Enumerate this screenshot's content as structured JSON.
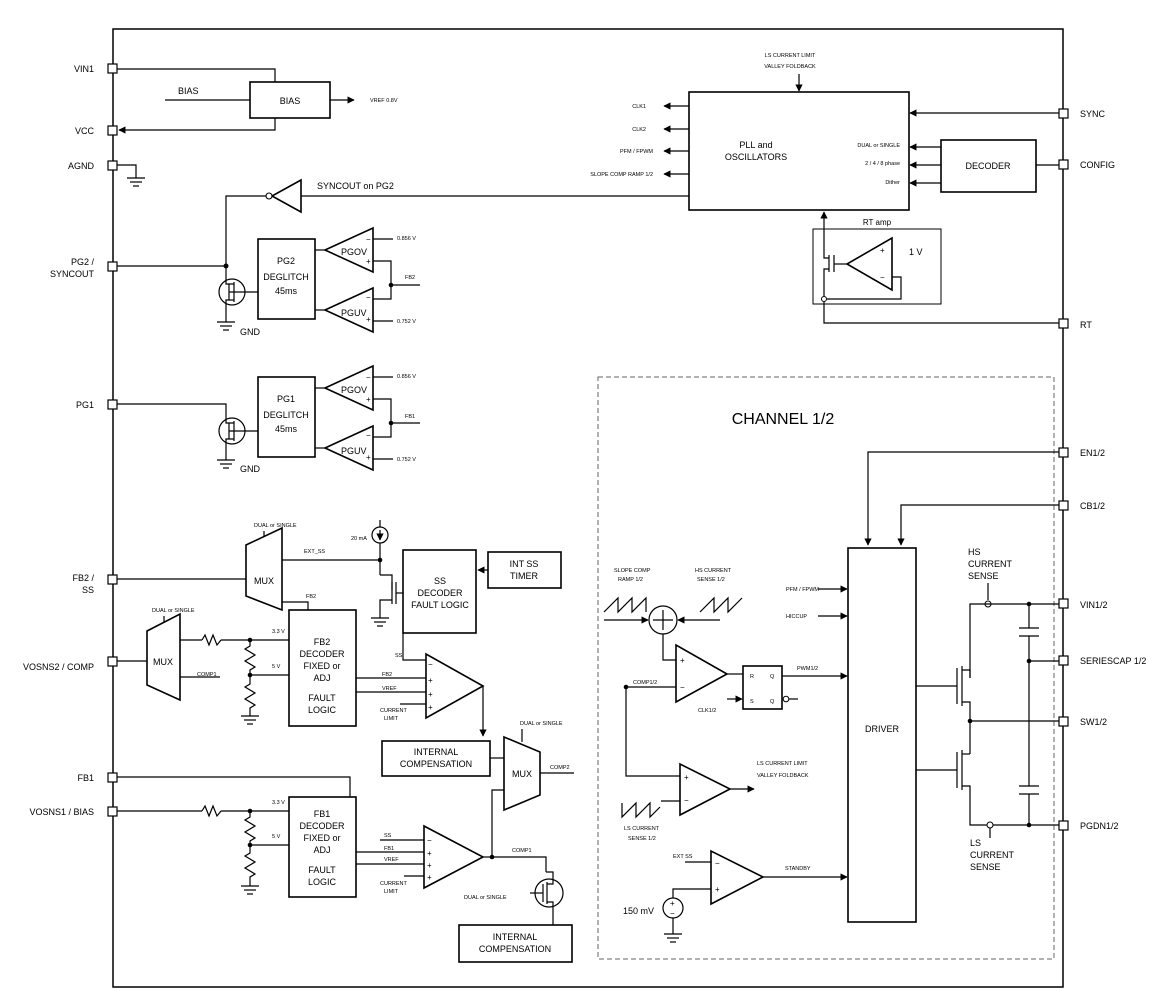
{
  "pins_left": {
    "vin1": "VIN1",
    "vcc": "VCC",
    "agnd": "AGND",
    "pg2_a": "PG2 /",
    "pg2_b": "SYNCOUT",
    "pg1": "PG1",
    "fb2_a": "FB2 /",
    "fb2_b": "SS",
    "vosns2": "VOSNS2 / COMP",
    "fb1": "FB1",
    "vosns1": "VOSNS1 / BIAS"
  },
  "pins_right": {
    "sync": "SYNC",
    "config": "CONFIG",
    "rt": "RT",
    "en": "EN1/2",
    "cb": "CB1/2",
    "vin12": "VIN1/2",
    "seriescap": "SERIESCAP 1/2",
    "sw": "SW1/2",
    "pgdn": "PGDN1/2"
  },
  "bias": {
    "input": "BIAS",
    "block": "BIAS",
    "vref": "VREF 0.8V"
  },
  "pll": {
    "title_1": "PLL and",
    "title_2": "OSCILLATORS",
    "top": [
      "LS CURRENT LIMIT",
      "VALLEY FOLDBACK"
    ],
    "outputs": [
      "CLK1",
      "CLK2",
      "PFM / FPWM",
      "SLOPE COMP RAMP 1/2"
    ],
    "inputs": [
      "DUAL or SINGLE",
      "2 / 4 / 8 phase",
      "Dither"
    ]
  },
  "decoder": "DECODER",
  "syncout": "SYNCOUT on PG2",
  "rt_amp": {
    "label": "RT amp",
    "ref": "1 V"
  },
  "pg2": {
    "block": [
      "PG2",
      "DEGLITCH",
      "45ms"
    ],
    "ov": "PGOV",
    "uv": "PGUV",
    "ov_ref": "0.856 V",
    "uv_ref": "0.752 V",
    "fb": "FB2",
    "gnd": "GND"
  },
  "pg1": {
    "block": [
      "PG1",
      "DEGLITCH",
      "45ms"
    ],
    "ov": "PGOV",
    "uv": "PGUV",
    "ov_ref": "0.856 V",
    "uv_ref": "0.752 V",
    "fb": "FB1",
    "gnd": "GND"
  },
  "ss": {
    "current": "20 mA",
    "ext_ss": "EXT_SS",
    "mux_select": "DUAL or SINGLE",
    "mux": "MUX",
    "fb2": "FB2",
    "block": [
      "SS",
      "DECODER",
      "FAULT LOGIC"
    ],
    "timer": [
      "INT SS",
      "TIMER"
    ]
  },
  "ch2": {
    "mux_select": "DUAL or SINGLE",
    "mux": "MUX",
    "comp1": "COMP1",
    "v33": "3.3 V",
    "v5": "5 V",
    "block": [
      "FB2",
      "DECODER",
      "FIXED or",
      "ADJ",
      "FAULT",
      "LOGIC"
    ],
    "ss": "SS",
    "amp_in": [
      "FB2",
      "VREF",
      "CURRENT",
      "LIMIT"
    ]
  },
  "comp": {
    "internal": [
      "INTERNAL",
      "COMPENSATION"
    ],
    "mux_select": "DUAL or SINGLE",
    "mux": "MUX",
    "comp2": "COMP2",
    "comp1": "COMP1",
    "dual": "DUAL or SINGLE",
    "internal2": [
      "INTERNAL",
      "COMPENSATION"
    ]
  },
  "ch1": {
    "v33": "3.3 V",
    "v5": "5 V",
    "block": [
      "FB1",
      "DECODER",
      "FIXED or",
      "ADJ",
      "FAULT",
      "LOGIC"
    ],
    "amp_in": [
      "SS",
      "FB1",
      "VREF",
      "CURRENT",
      "LIMIT"
    ]
  },
  "channel": {
    "title": "CHANNEL 1/2",
    "slope": [
      "SLOPE COMP",
      "RAMP 1/2"
    ],
    "hs_sense": [
      "HS CURRENT",
      "SENSE 1/2"
    ],
    "comp12": "COMP1/2",
    "clk12": "CLK1/2",
    "pwm12": "PWM1/2",
    "latch": [
      "R",
      "S",
      "Q",
      "Q"
    ],
    "ls_limit": [
      "LS CURRENT LIMIT",
      "VALLEY FOLDBACK"
    ],
    "ls_sense": [
      "LS CURRENT",
      "SENSE 1/2"
    ],
    "ext_ss": "EXT SS",
    "standby": "STANDBY",
    "v150": "150 mV",
    "pfm": "PFM / FPWM",
    "hiccup": "HICCUP",
    "driver": "DRIVER",
    "hs_cs": [
      "HS",
      "CURRENT",
      "SENSE"
    ],
    "ls_cs": [
      "LS",
      "CURRENT",
      "SENSE"
    ]
  }
}
